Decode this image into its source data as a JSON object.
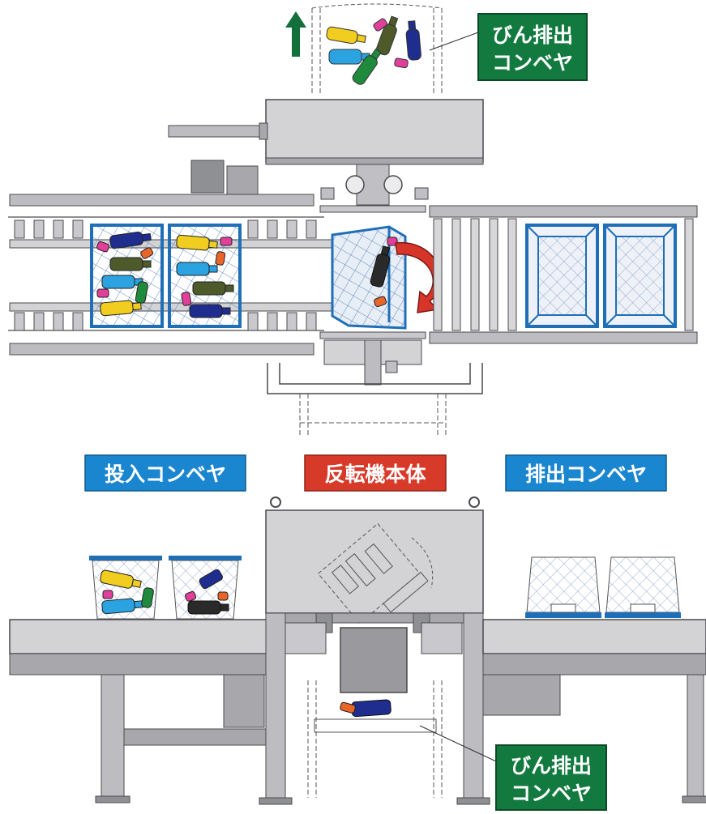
{
  "labels": {
    "top_exit_conveyor": {
      "line1": "びん排出",
      "line2": "コンベヤ"
    },
    "infeed_conveyor": "投入コンベヤ",
    "inverter_body": "反転機本体",
    "discharge_conveyor": "排出コンベヤ",
    "bottom_exit_conveyor": {
      "line1": "びん排出",
      "line2": "コンベヤ"
    }
  },
  "colors": {
    "machine_fill": "#d3d3d6",
    "machine_dark": "#8f9094",
    "outline": "#4a4a4e",
    "crate_blue": "#1f6fb8",
    "label_blue": "#1a86cf",
    "label_red": "#d83a2a",
    "label_green": "#127a3f",
    "arrow_green": "#14703a",
    "rotate_arrow": "#d8352a",
    "bottle_yellow": "#f0cd1e",
    "bottle_blue": "#2aa3e0",
    "bottle_navy": "#1f2d8f",
    "bottle_green": "#1f8a3c",
    "bottle_olive": "#4f5a2a",
    "bottle_black": "#2a2a2a",
    "bottle_pink": "#e0409a",
    "bottle_orange": "#e8662a"
  }
}
